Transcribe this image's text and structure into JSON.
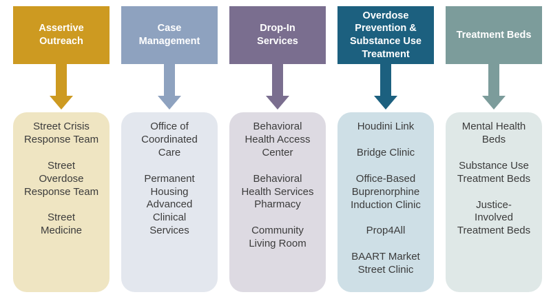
{
  "columns": [
    {
      "title": "Assertive\nOutreach",
      "header_color": "#CD9A21",
      "body_color": "#EFE5C2",
      "items": [
        "Street Crisis\nResponse Team",
        "Street\nOverdose\nResponse Team",
        "Street\nMedicine"
      ]
    },
    {
      "title": "Case\nManagement",
      "header_color": "#8EA2BF",
      "body_color": "#E3E7EE",
      "items": [
        "Office of\nCoordinated\nCare",
        "Permanent\nHousing\nAdvanced\nClinical\nServices"
      ]
    },
    {
      "title": "Drop-In\nServices",
      "header_color": "#7A6E8F",
      "body_color": "#DDDAE2",
      "items": [
        "Behavioral\nHealth Access\nCenter",
        "Behavioral\nHealth Services\nPharmacy",
        "Community\nLiving Room"
      ]
    },
    {
      "title": "Overdose\nPrevention &\nSubstance Use\nTreatment",
      "header_color": "#1C607F",
      "body_color": "#CEDFE6",
      "items": [
        "Houdini Link",
        "Bridge Clinic",
        "Office-Based\nBuprenorphine\nInduction Clinic",
        "Prop4All",
        "BAART Market\nStreet Clinic"
      ]
    },
    {
      "title": "Treatment Beds",
      "header_color": "#7C9C9B",
      "body_color": "#DFE8E7",
      "items": [
        "Mental Health\nBeds",
        "Substance Use\nTreatment Beds",
        "Justice-\nInvolved\nTreatment Beds"
      ]
    }
  ]
}
